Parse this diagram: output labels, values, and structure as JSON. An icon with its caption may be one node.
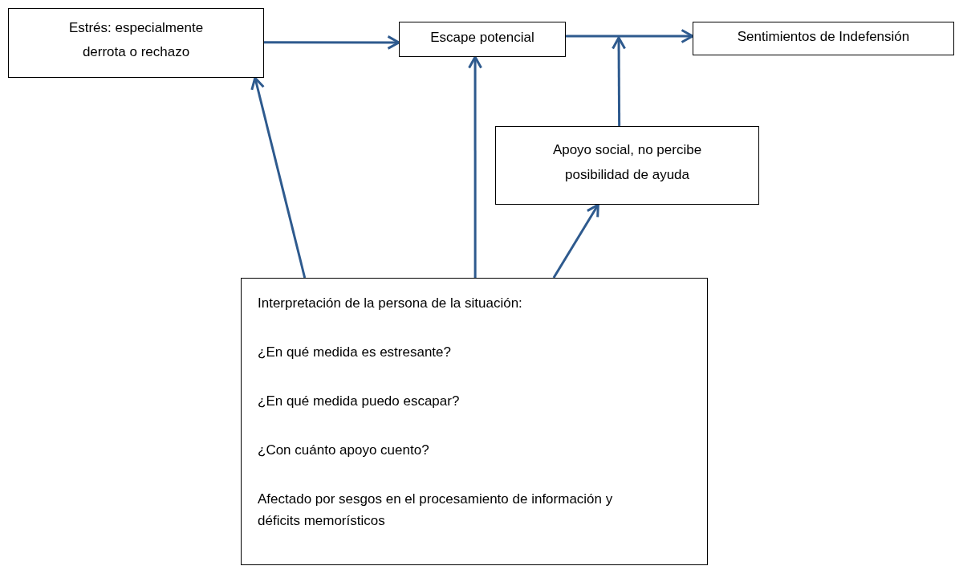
{
  "diagram": {
    "nodes": [
      {
        "text": [
          "Estrés: especialmente derrota o rechazo"
        ]
      },
      {
        "text": [
          "Escape potencial"
        ]
      },
      {
        "text": [
          "Sentimientos de Indefensión"
        ]
      },
      {
        "text": [
          "Apoyo social, no percibe posibilidad de ayuda"
        ]
      },
      {
        "text": [
          "Interpretación de la persona de la situación:",
          "¿En qué medida es estresante?",
          "¿En qué medida puedo escapar?",
          "¿Con cuánto apoyo cuento?",
          "Afectado por sesgos en el procesamiento de información y déficits memorísticos"
        ]
      }
    ],
    "edges": [
      {
        "from": 0,
        "to": 1,
        "arrow": "to"
      },
      {
        "from": 1,
        "to": 2,
        "arrow": "to"
      },
      {
        "from": 3,
        "to": null,
        "arrow": "to"
      },
      {
        "from": 4,
        "to": 0,
        "arrow": "to"
      },
      {
        "from": 4,
        "to": 1,
        "arrow": "to"
      },
      {
        "from": 4,
        "to": 3,
        "arrow": "to"
      }
    ]
  }
}
